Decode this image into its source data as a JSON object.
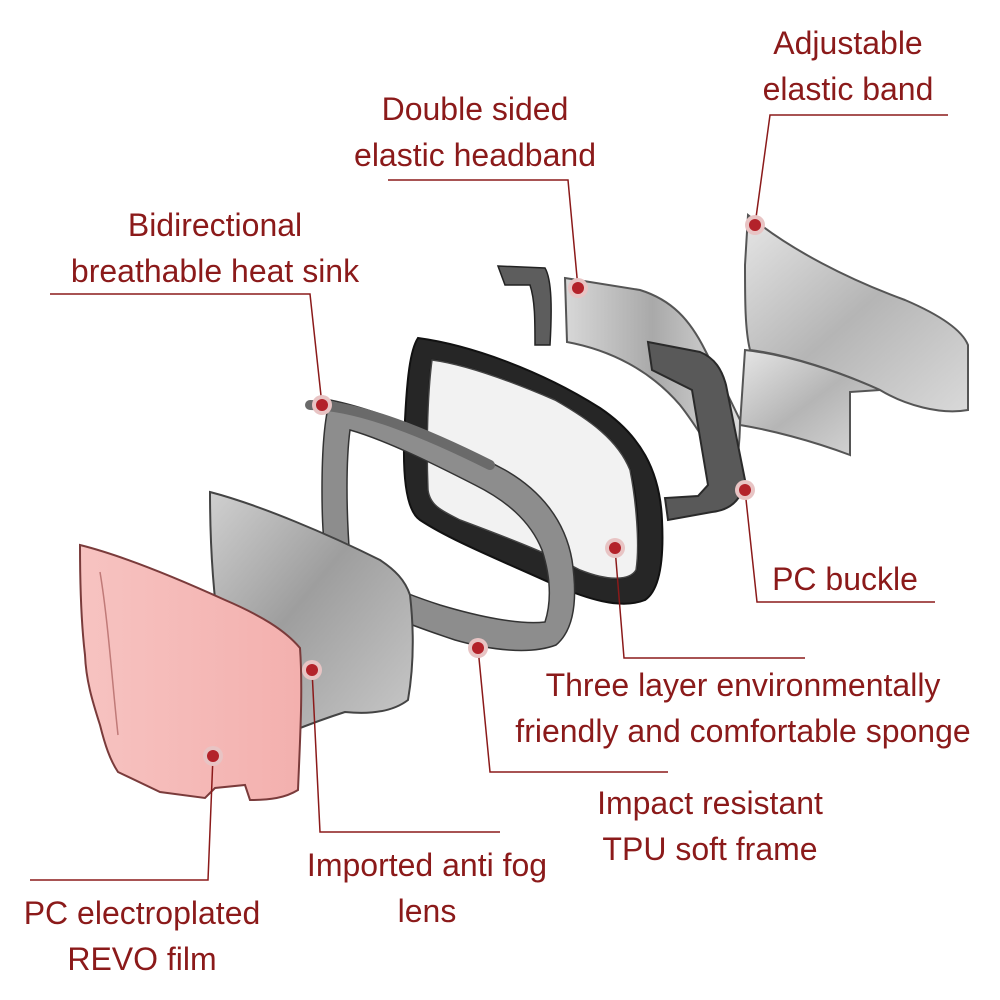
{
  "colors": {
    "label_text": "#8b1a1a",
    "leader_line": "#8b1a1a",
    "marker_fill": "#b3222a",
    "marker_halo": "#e8c4c4",
    "frame_dark": "#2b2b2b",
    "part_grey": "#b8b8b8",
    "lens_pink": "#f4b6b4"
  },
  "callouts": {
    "adjustable_band": {
      "lines": [
        "Adjustable",
        "elastic band"
      ]
    },
    "double_headband": {
      "lines": [
        "Double sided",
        "elastic headband"
      ]
    },
    "heat_sink": {
      "lines": [
        "Bidirectional",
        "breathable heat sink"
      ]
    },
    "pc_buckle": {
      "lines": [
        "PC buckle"
      ]
    },
    "sponge": {
      "lines": [
        "Three layer environmentally",
        "friendly and comfortable sponge"
      ]
    },
    "tpu_frame": {
      "lines": [
        "Impact resistant",
        "TPU soft frame"
      ]
    },
    "anti_fog_lens": {
      "lines": [
        "Imported anti fog",
        "lens"
      ]
    },
    "revo_film": {
      "lines": [
        "PC electroplated",
        "REVO film"
      ]
    }
  }
}
